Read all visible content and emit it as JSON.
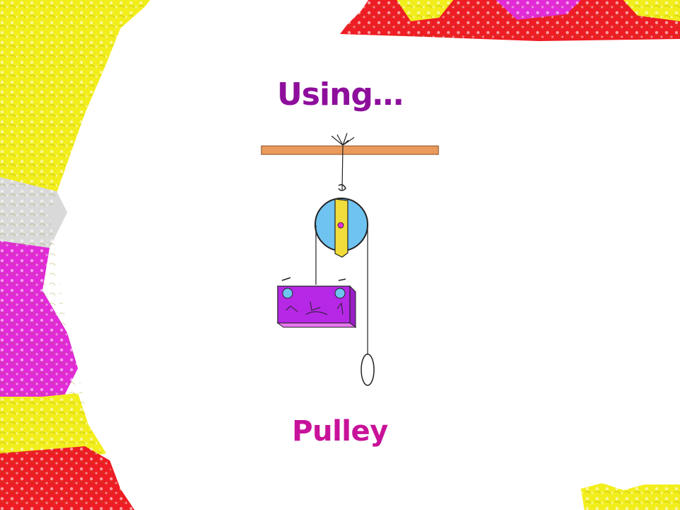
{
  "slide": {
    "heading": "Using…",
    "caption": "Pulley"
  },
  "colors": {
    "heading": "#8e0e9c",
    "caption": "#c8129a",
    "border_yellow": "#f2ee1c",
    "border_magenta": "#e22ad8",
    "border_red": "#ee1c24",
    "beam": "#e99a5c",
    "wheel": "#6fc3f0",
    "bracket": "#f0dc3a",
    "block": "#b627e6"
  },
  "icons": {
    "illustration": "pulley-illustration-icon",
    "decoration": "marble-border-decoration"
  }
}
